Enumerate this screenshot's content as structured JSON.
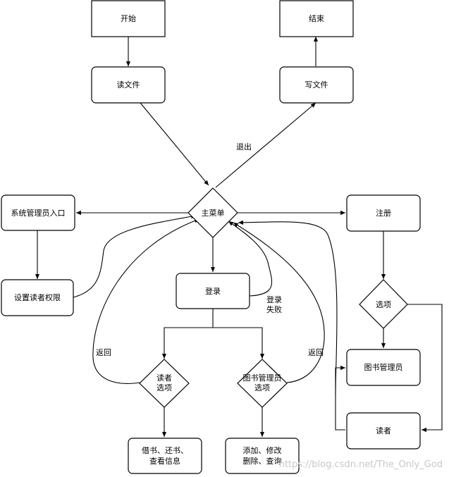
{
  "nodes": {
    "start": "开始",
    "end": "结束",
    "read_file": "读文件",
    "write_file": "写文件",
    "main_menu": "主菜单",
    "admin_entry": "系统管理员入口",
    "register": "注册",
    "set_reader_permission": "设置读者权限",
    "login": "登录",
    "option": "选项",
    "reader_option": [
      "读者",
      "选项"
    ],
    "librarian_option": [
      "图书管理员",
      "选项"
    ],
    "librarian": "图书管理员",
    "reader": "读者",
    "reader_actions": [
      "借书、还书、",
      "查看信息"
    ],
    "librarian_actions": [
      "添加、修改",
      "删除、查询"
    ]
  },
  "edge_labels": {
    "exit": "退出",
    "login_failed": [
      "登录",
      "失败"
    ],
    "return_left": "返回",
    "return_right": "返回"
  },
  "watermark": "https://blog.csdn.net/The_Only_God"
}
